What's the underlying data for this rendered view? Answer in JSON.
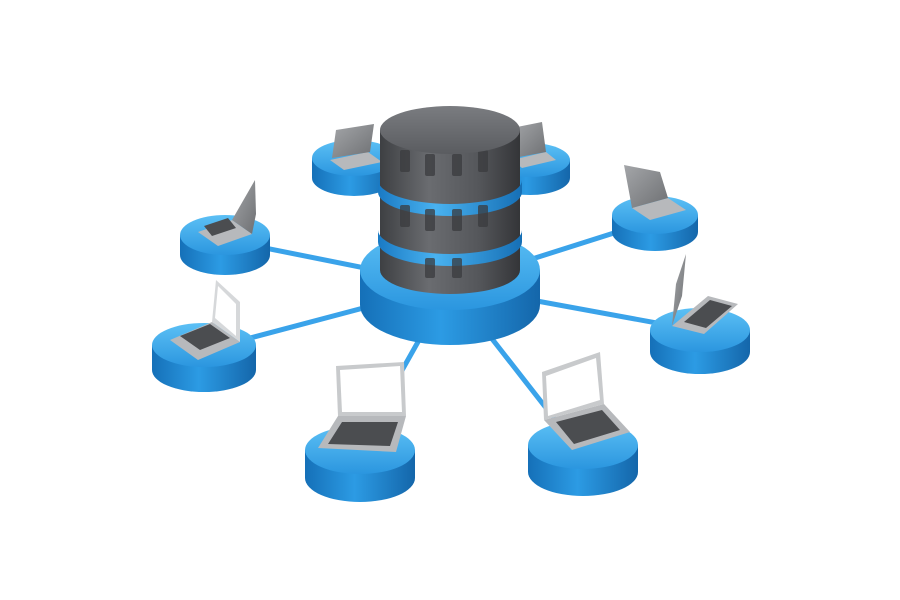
{
  "diagram": {
    "kind": "star-network",
    "hub": {
      "icon": "database-server-icon",
      "base_color": "#2b9be3",
      "cylinder_color": "#5a5c60",
      "ring_color": "#2b9be3"
    },
    "nodes": [
      {
        "id": "laptop-back-left",
        "icon": "laptop-icon",
        "screen": "back"
      },
      {
        "id": "laptop-back-right",
        "icon": "laptop-icon",
        "screen": "back"
      },
      {
        "id": "laptop-left-upper",
        "icon": "laptop-icon",
        "screen": "back"
      },
      {
        "id": "laptop-right-upper",
        "icon": "laptop-icon",
        "screen": "back"
      },
      {
        "id": "laptop-left-lower",
        "icon": "laptop-icon",
        "screen": "front"
      },
      {
        "id": "laptop-right-lower",
        "icon": "laptop-icon",
        "screen": "side"
      },
      {
        "id": "laptop-front-left",
        "icon": "laptop-icon",
        "screen": "front"
      },
      {
        "id": "laptop-front-right",
        "icon": "laptop-icon",
        "screen": "front"
      }
    ],
    "colors": {
      "pedestal_top": "#3aa8ee",
      "pedestal_side": "#1a7fcc",
      "connector": "#3aa3ea",
      "laptop_body": "#b7b9bc",
      "laptop_keys": "#4b4d50",
      "screen_front": "#ffffff",
      "screen_back": "#8c8e91"
    }
  }
}
